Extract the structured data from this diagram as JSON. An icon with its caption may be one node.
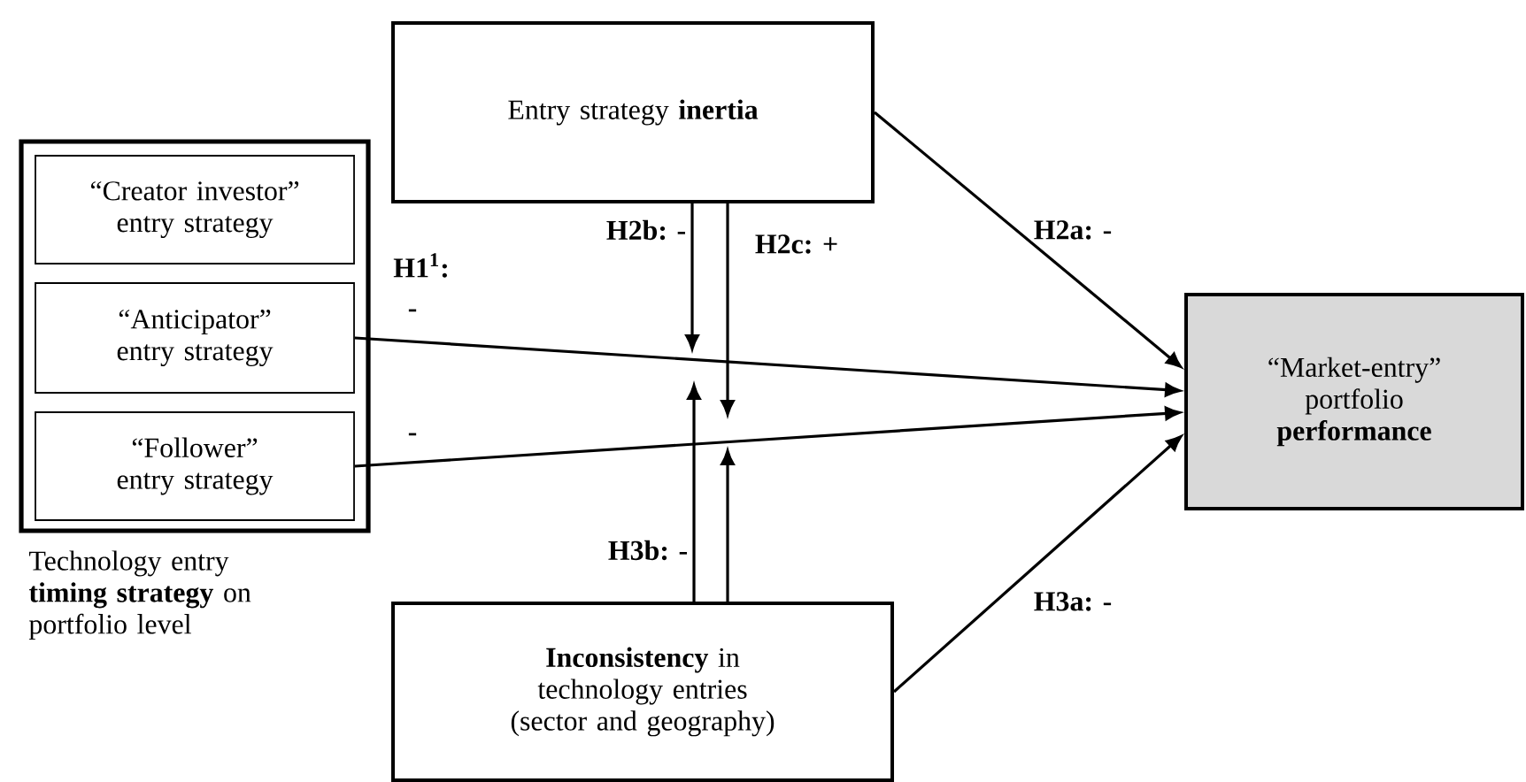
{
  "diagram": {
    "nodes": [
      {
        "text": [
          "Technology entry **timing strategy** on portfolio level"
        ]
      },
      {
        "text": [
          "“Creator investor” entry strategy"
        ],
        "in": 0
      },
      {
        "text": [
          "“Anticipator” entry strategy"
        ],
        "in": 0
      },
      {
        "text": [
          "“Follower” entry strategy"
        ],
        "in": 0
      },
      {
        "text": [
          "Entry strategy **inertia**"
        ]
      },
      {
        "text": [
          "**Inconsistency** in technology entries (sector and geography)"
        ]
      },
      {
        "text": [
          "“Market-entry” portfolio **performance**"
        ]
      }
    ],
    "edges": [
      {
        "from": 2,
        "to": 6,
        "arrow": "to",
        "label": "-"
      },
      {
        "from": 3,
        "to": 6,
        "arrow": "to",
        "label": "-"
      },
      {
        "from": 4,
        "to": 6,
        "arrow": "to",
        "label": "H2a: -"
      },
      {
        "from": 5,
        "to": 6,
        "arrow": "to",
        "label": "H3a: -"
      },
      {
        "from": 4,
        "to": null,
        "arrow": "to",
        "label": "H2b: -"
      },
      {
        "from": 4,
        "to": null,
        "arrow": "to",
        "label": "H2c: +"
      },
      {
        "from": 5,
        "to": null,
        "arrow": "to",
        "label": "H3b: -"
      },
      {
        "from": 5,
        "to": null,
        "arrow": "to"
      }
    ],
    "labels": [
      "H1$^{1}$:"
    ]
  }
}
